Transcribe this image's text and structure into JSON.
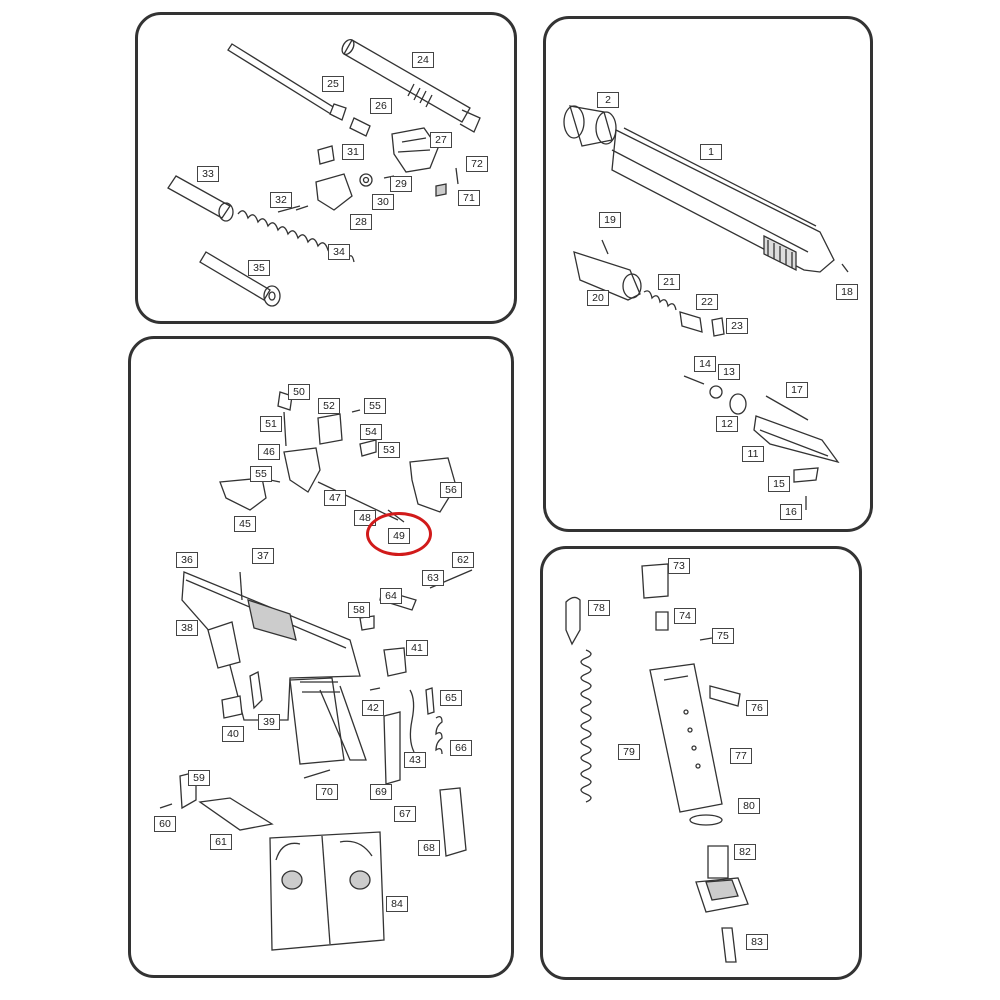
{
  "highlight": {
    "part": "49",
    "color": "#d11a1a"
  },
  "colors": {
    "line": "#333333",
    "frame": "#333333",
    "shade": "#cfcfcf"
  },
  "panels": {
    "barrel_group": {
      "parts": [
        "24",
        "25",
        "26",
        "27",
        "31",
        "72",
        "33",
        "32",
        "29",
        "30",
        "71",
        "28",
        "34",
        "35"
      ]
    },
    "slide_group": {
      "parts": [
        "2",
        "1",
        "19",
        "18",
        "21",
        "20",
        "22",
        "23",
        "14",
        "13",
        "17",
        "12",
        "11",
        "15",
        "16"
      ]
    },
    "frame_group": {
      "parts": [
        "50",
        "52",
        "55",
        "51",
        "54",
        "53",
        "46",
        "55",
        "56",
        "47",
        "45",
        "48",
        "49",
        "36",
        "37",
        "62",
        "63",
        "64",
        "58",
        "38",
        "41",
        "65",
        "42",
        "39",
        "40",
        "66",
        "43",
        "70",
        "69",
        "59",
        "67",
        "60",
        "61",
        "68",
        "84"
      ]
    },
    "magazine_group": {
      "parts": [
        "73",
        "78",
        "74",
        "75",
        "76",
        "77",
        "79",
        "80",
        "82",
        "83"
      ]
    }
  },
  "labels": {
    "p24": "24",
    "p25": "25",
    "p26": "26",
    "p27": "27",
    "p31": "31",
    "p72": "72",
    "p33": "33",
    "p32": "32",
    "p29": "29",
    "p30": "30",
    "p71": "71",
    "p28": "28",
    "p34": "34",
    "p35": "35",
    "p2": "2",
    "p1": "1",
    "p19": "19",
    "p18": "18",
    "p21": "21",
    "p20": "20",
    "p22": "22",
    "p23": "23",
    "p14": "14",
    "p13": "13",
    "p17": "17",
    "p12": "12",
    "p11": "11",
    "p15": "15",
    "p16": "16",
    "p50": "50",
    "p52": "52",
    "p55a": "55",
    "p51": "51",
    "p54": "54",
    "p53": "53",
    "p46": "46",
    "p55b": "55",
    "p56": "56",
    "p47": "47",
    "p45": "45",
    "p48": "48",
    "p49": "49",
    "p36": "36",
    "p37": "37",
    "p62": "62",
    "p63": "63",
    "p64": "64",
    "p58": "58",
    "p38": "38",
    "p41": "41",
    "p65": "65",
    "p42": "42",
    "p39": "39",
    "p40": "40",
    "p66": "66",
    "p43": "43",
    "p70": "70",
    "p69": "69",
    "p59": "59",
    "p67": "67",
    "p60": "60",
    "p61": "61",
    "p68": "68",
    "p84": "84",
    "p73": "73",
    "p78": "78",
    "p74": "74",
    "p75": "75",
    "p76": "76",
    "p77": "77",
    "p79": "79",
    "p80": "80",
    "p82": "82",
    "p83": "83"
  }
}
